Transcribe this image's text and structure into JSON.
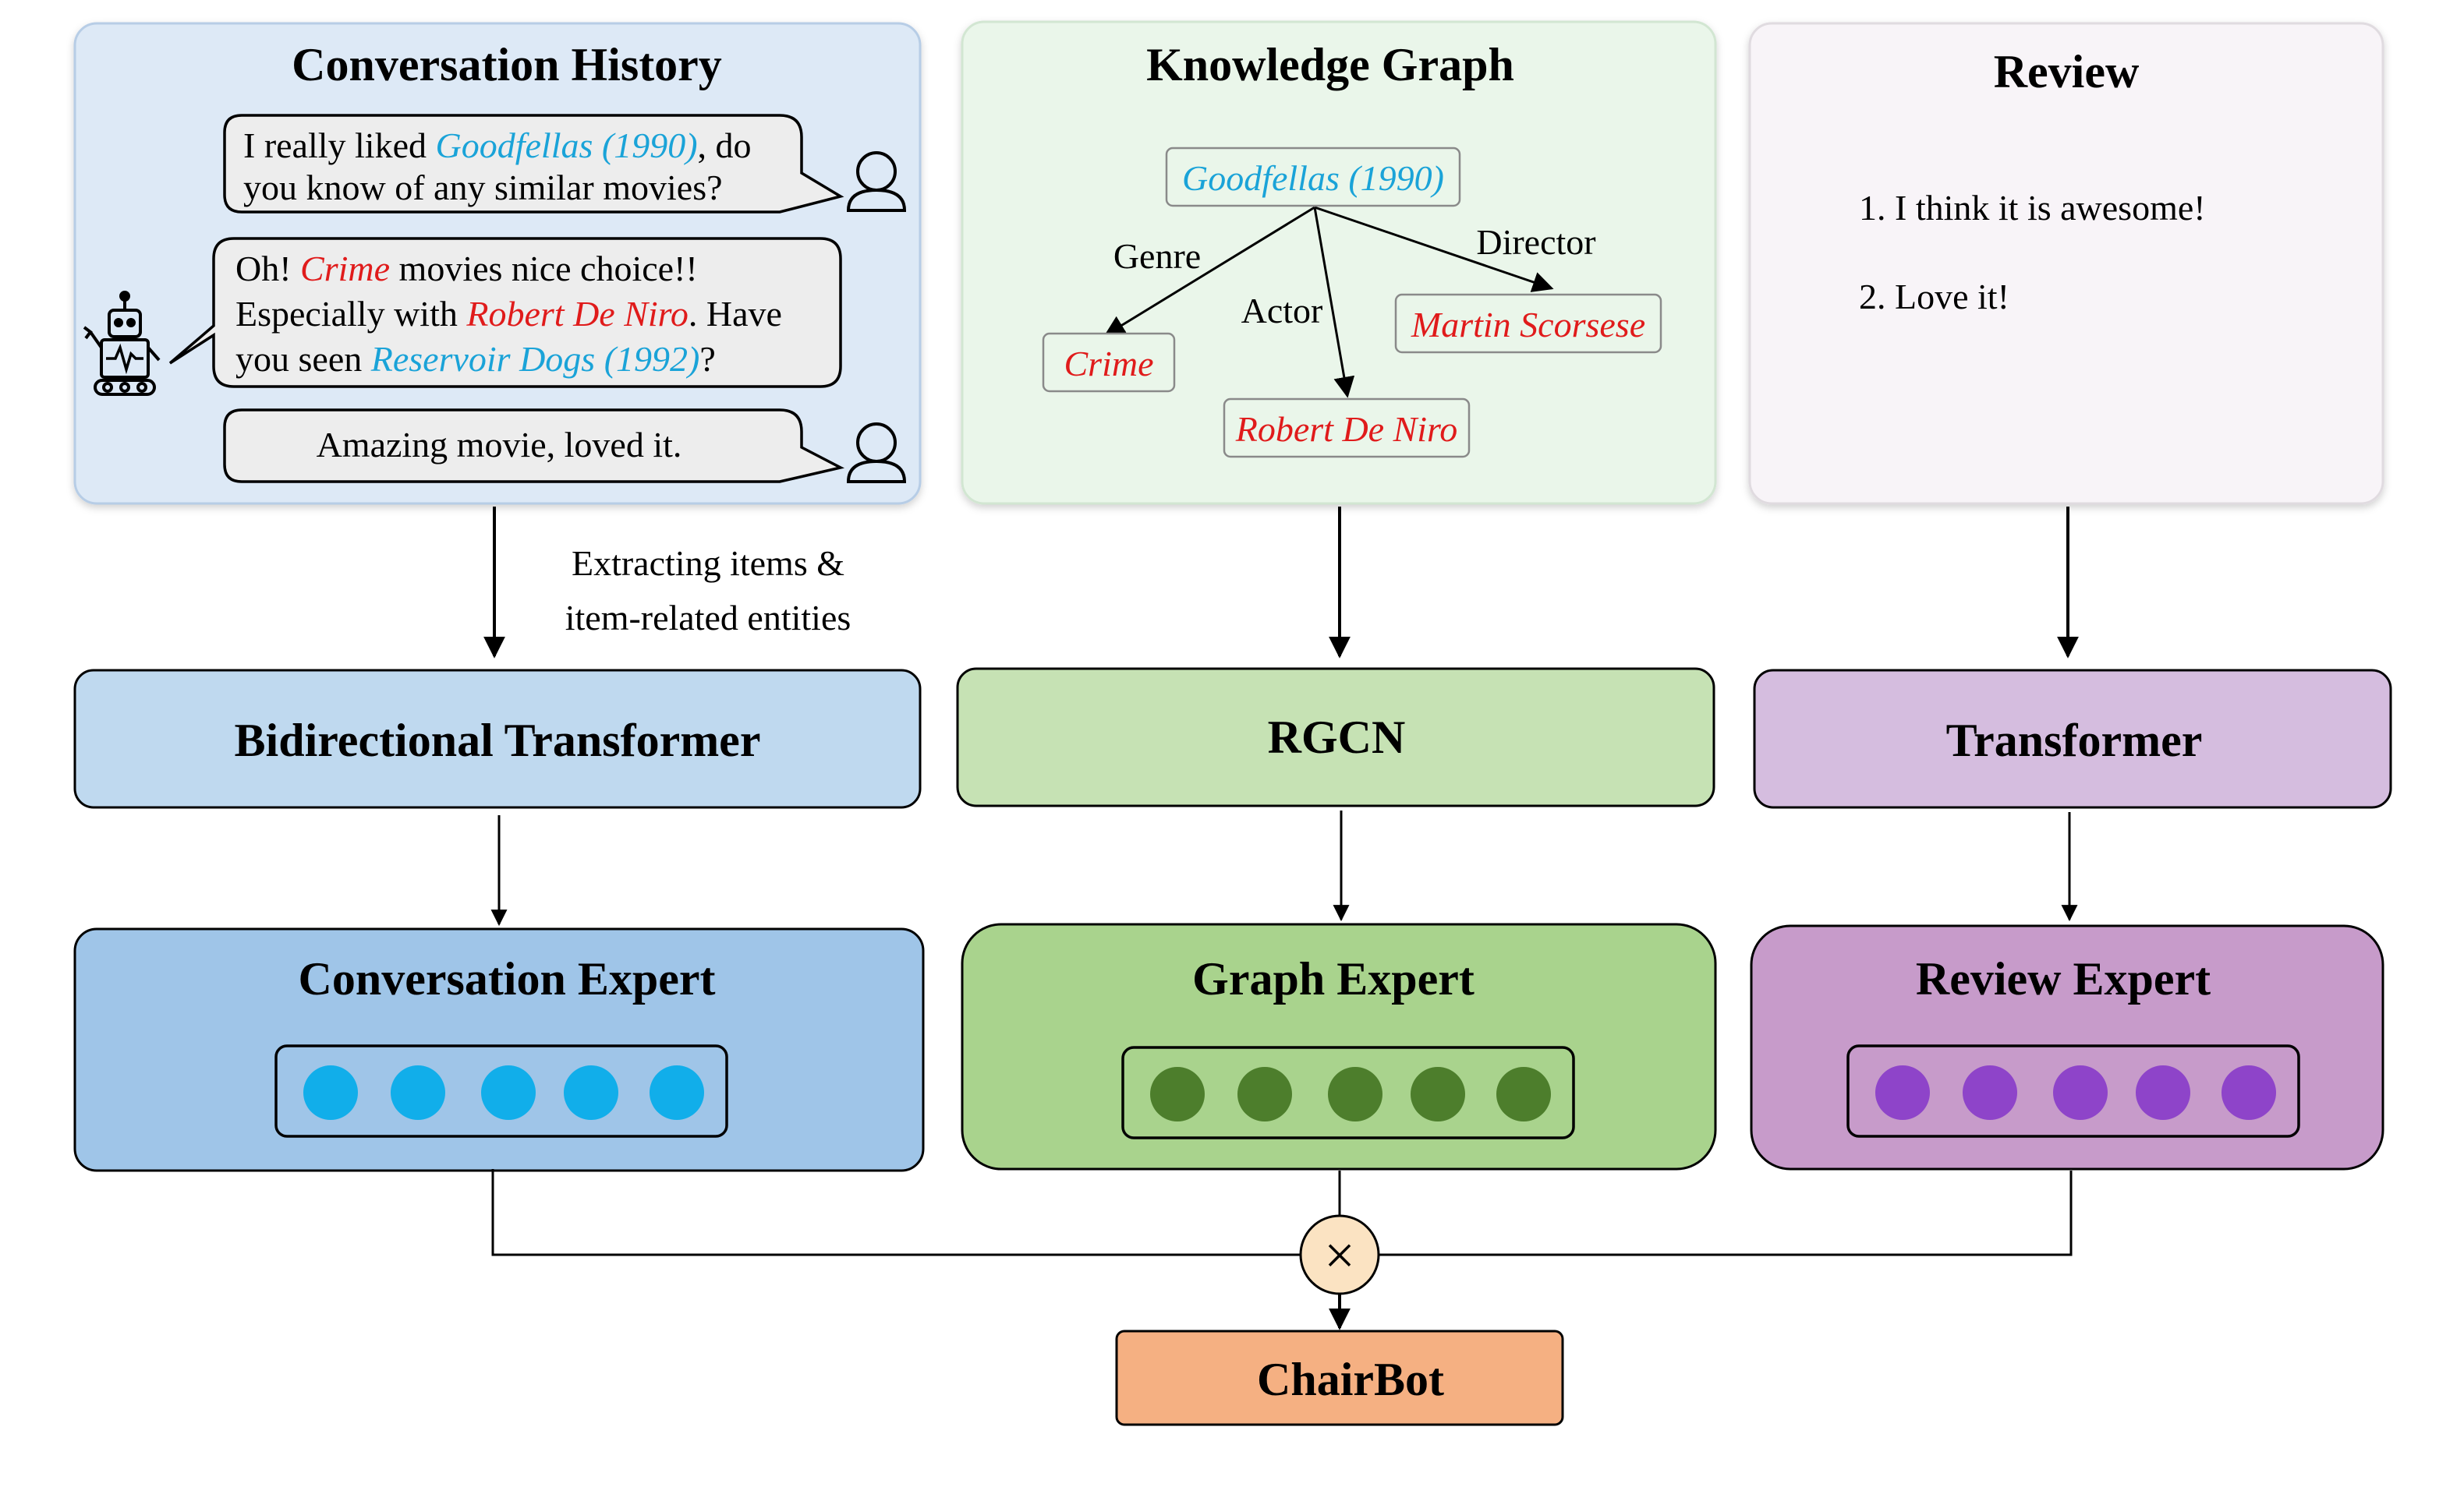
{
  "panels": {
    "conversation": {
      "title": "Conversation History",
      "msg1": {
        "line1_a": "I really liked ",
        "line1_movie": "Goodfellas (1990)",
        "line1_b": ", do",
        "line2": "you know of any similar movies?"
      },
      "msg2": {
        "line1_a": "Oh! ",
        "line1_genre": "Crime",
        "line1_b": " movies nice choice!!",
        "line2_a": "Especially with ",
        "line2_actor": "Robert De Niro",
        "line2_b": ". Have",
        "line3_a": "you seen ",
        "line3_movie": "Reservoir Dogs (1992)",
        "line3_b": "?"
      },
      "msg3": "Amazing movie, loved it."
    },
    "graph": {
      "title": "Knowledge Graph",
      "root": "Goodfellas (1990)",
      "nodes": {
        "genre": "Crime",
        "actor": "Robert De Niro",
        "director": "Martin Scorsese"
      },
      "edges": {
        "genre": "Genre",
        "actor": "Actor",
        "director": "Director"
      }
    },
    "review": {
      "title": "Review",
      "items": [
        "1. I think it is awesome!",
        "2. Love it!"
      ]
    }
  },
  "extract_label": {
    "line1": "Extracting items &",
    "line2": "item-related entities"
  },
  "encoders": {
    "conversation": "Bidirectional Transformer",
    "graph": "RGCN",
    "review": "Transformer"
  },
  "experts": {
    "conversation": "Conversation Expert",
    "graph": "Graph Expert",
    "review": "Review Expert"
  },
  "combine_symbol": "×",
  "output": "ChairBot",
  "colors": {
    "conversation_panel": "#dde9f6",
    "graph_panel": "#eaf6ea",
    "review_panel": "#f8f4f8",
    "conversation_encoder": "#bfd9ef",
    "graph_encoder": "#c6e2b4",
    "review_encoder": "#d5bddf",
    "conversation_expert": "#9fc5e8",
    "graph_expert": "#a9d38d",
    "review_expert": "#c79bca",
    "conversation_dot": "#11aeea",
    "graph_dot": "#4d7e2c",
    "review_dot": "#8e44c9",
    "combine_node": "#fbe3c2",
    "output": "#f5b082",
    "entity_blue": "#1aa3d8",
    "entity_red": "#e01b1b"
  }
}
